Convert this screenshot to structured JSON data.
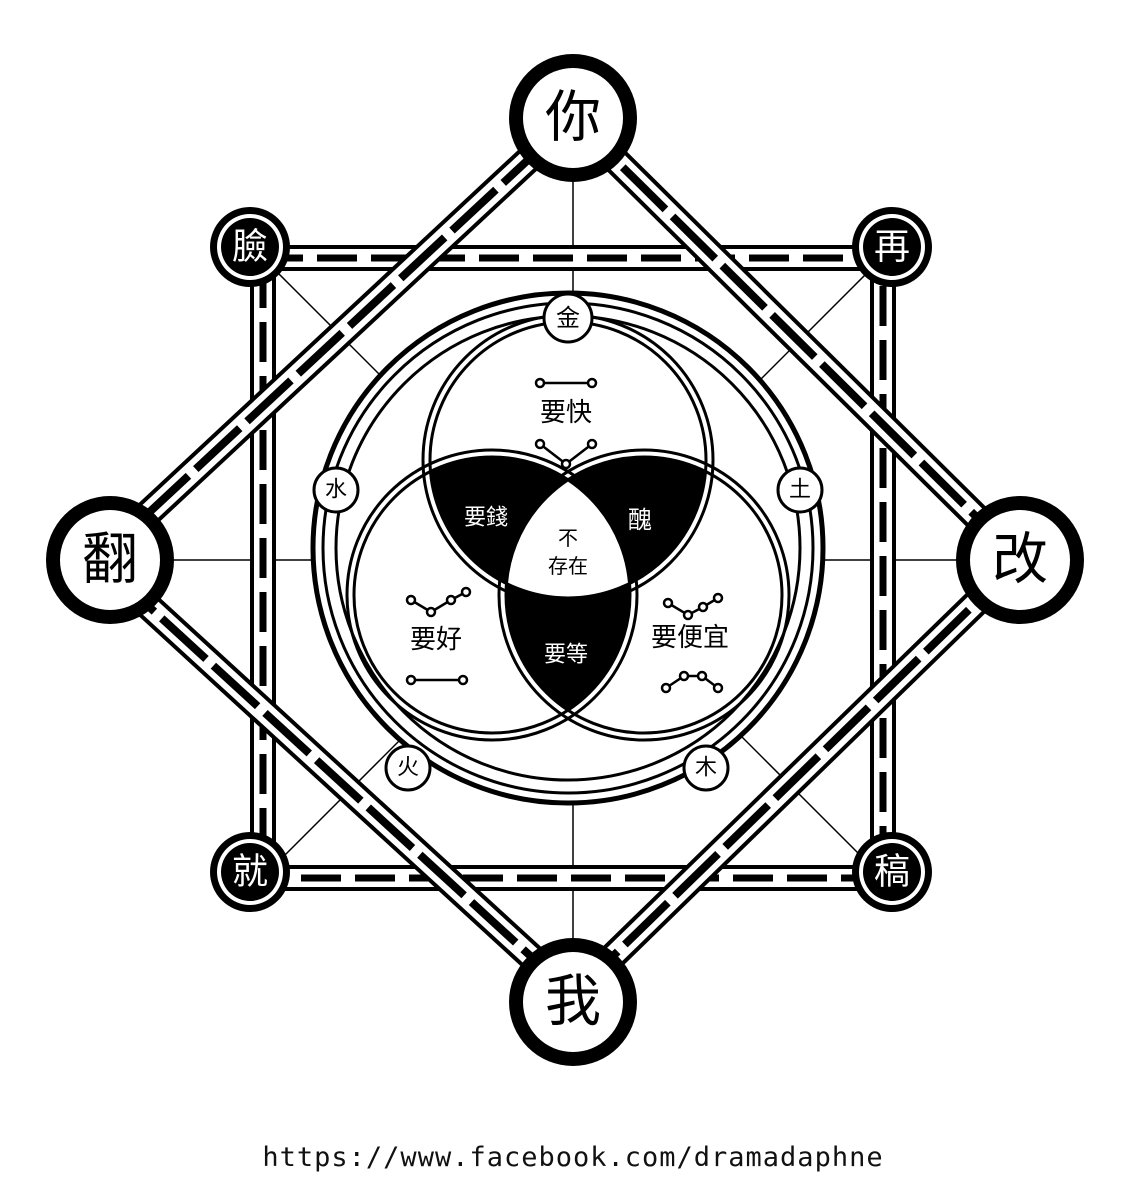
{
  "vertices": {
    "top": "你",
    "right": "改",
    "bottom": "我",
    "left": "翻",
    "top_left": "臉",
    "top_right": "再",
    "bottom_left": "就",
    "bottom_right": "稿"
  },
  "elements": {
    "metal": "金",
    "earth": "土",
    "wood": "木",
    "fire": "火",
    "water": "水"
  },
  "venn": {
    "top_label": "要快",
    "left_label": "要好",
    "right_label": "要便宜",
    "top_left_overlap": "要錢",
    "top_right_overlap": "醜",
    "bottom_overlap": "要等",
    "center_line1": "不",
    "center_line2": "存在"
  },
  "footer_url": "https://www.facebook.com/dramadaphne",
  "colors": {
    "ink": "#000000",
    "paper": "#ffffff"
  }
}
